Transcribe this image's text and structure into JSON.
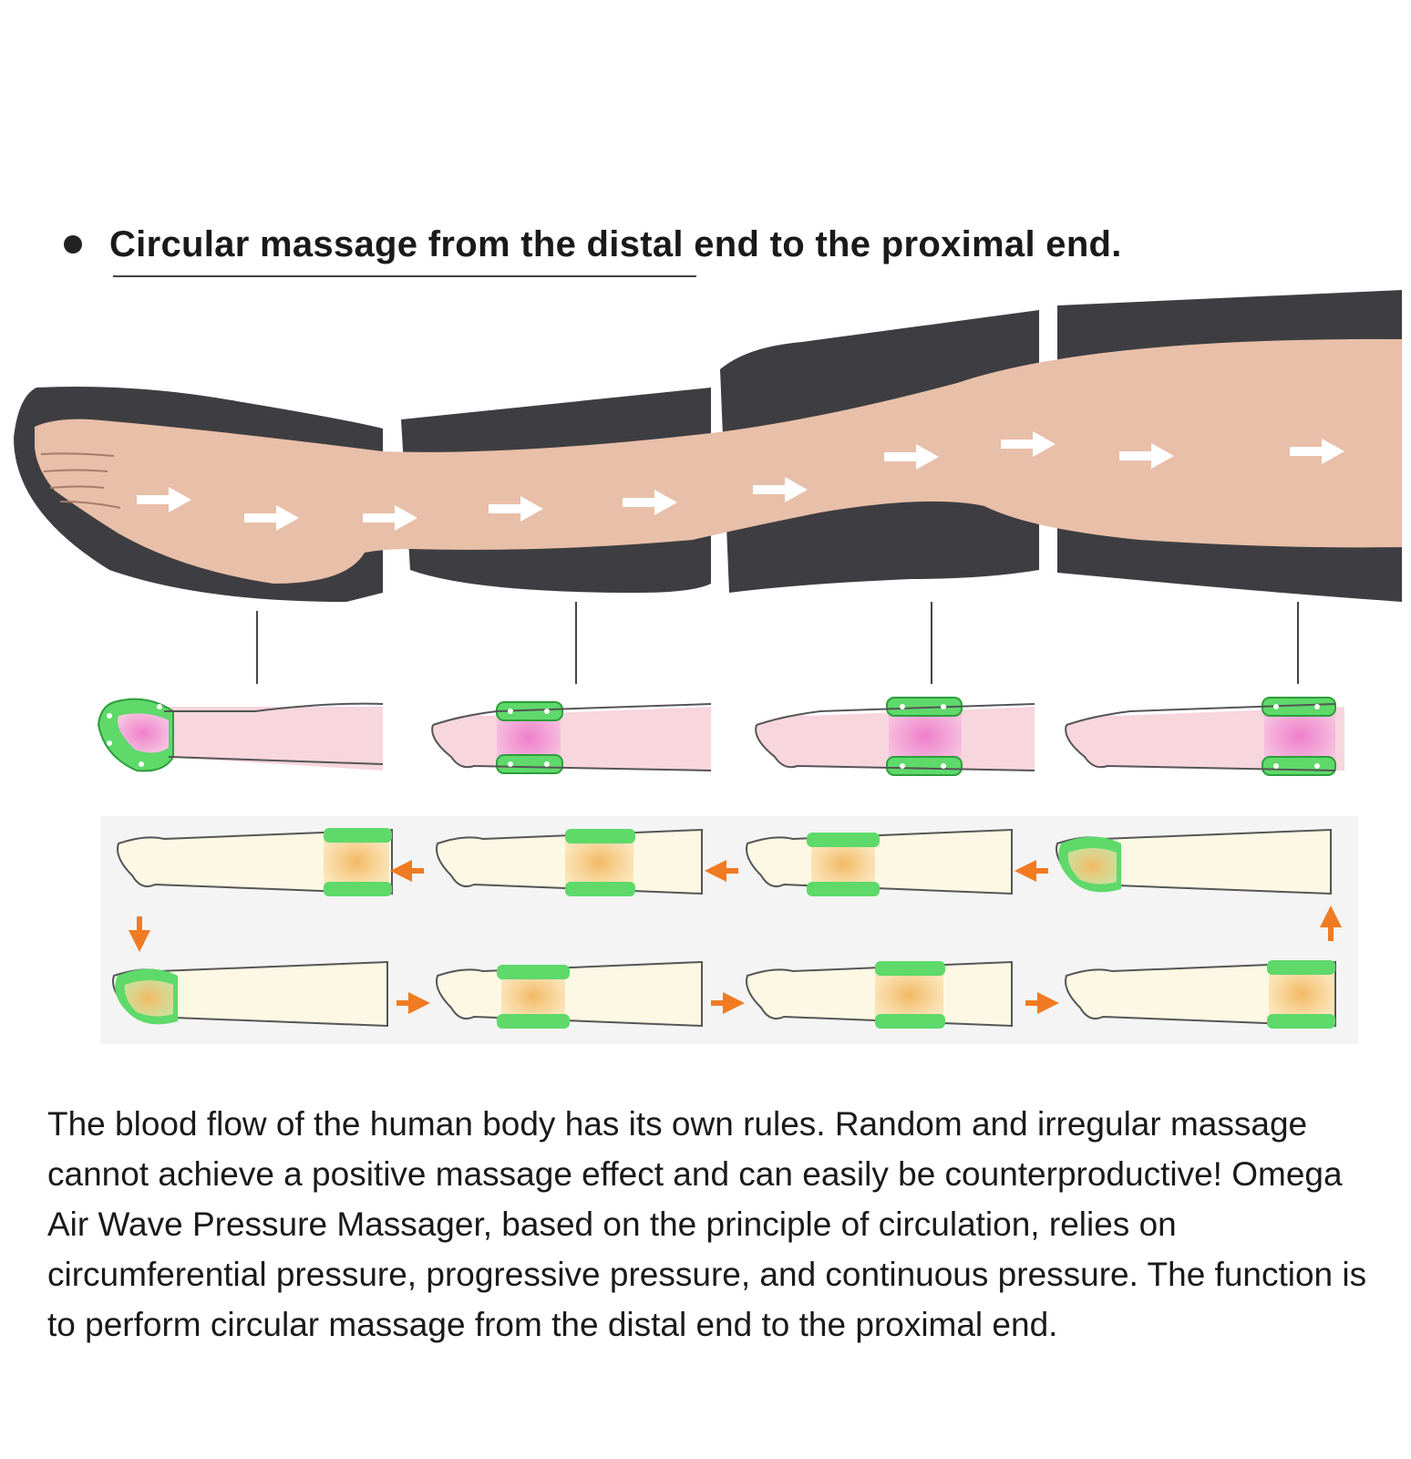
{
  "heading": {
    "text": "Circular massage from the distal end to the proximal end."
  },
  "diagram": {
    "cuff_sections": [
      "foot",
      "calf",
      "knee",
      "thigh"
    ],
    "inflation_sequence": [
      "foot",
      "calf",
      "knee",
      "thigh"
    ],
    "colors": {
      "skin": "#e8bfa8",
      "cuff": "#3e3e42",
      "inflated_chamber": "#5ed96a",
      "pressure_fill": "#f2b862",
      "chamber_pressure": "#ef8fcf",
      "flow_arrow": "#f07b22"
    },
    "icons": [
      "flow-arrow-icon",
      "sequence-arrow-icon"
    ]
  },
  "body": {
    "text": "The blood flow of the human body has its own rules. Random and irregular massage cannot achieve a positive massage effect and can easily be counterproductive! Omega Air Wave Pressure Massager, based on the principle of circulation, relies on circumferential pressure, progressive pressure, and continuous pressure. The function is to perform circular massage from the distal end to the proximal end."
  }
}
